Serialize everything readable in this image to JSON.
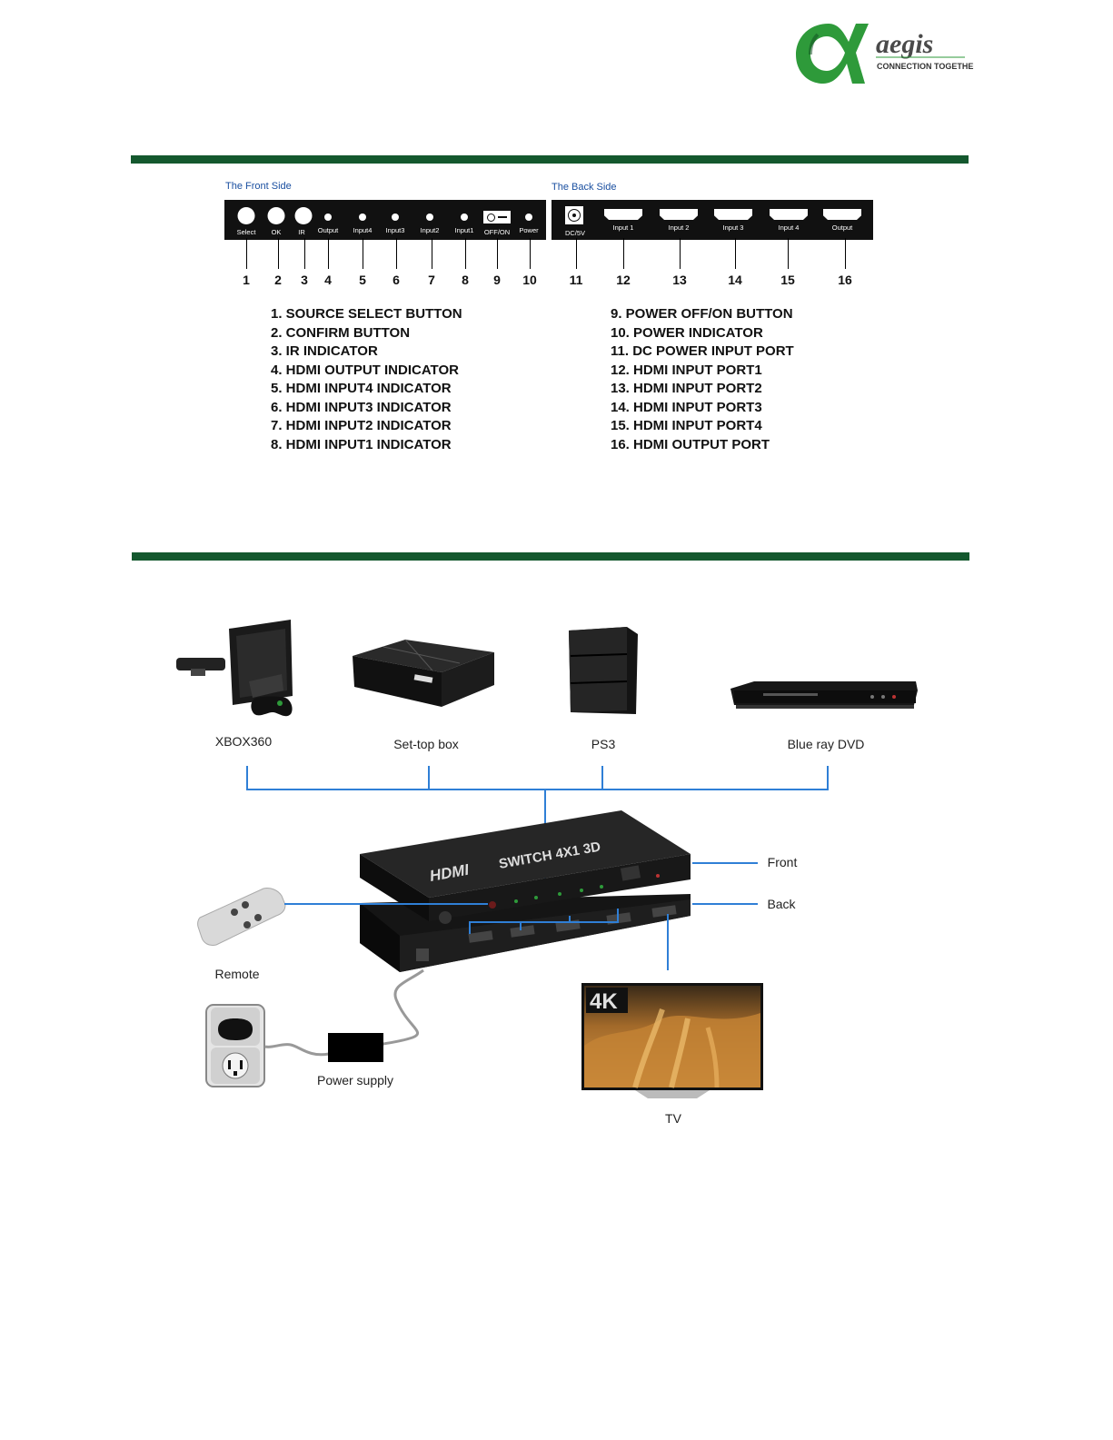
{
  "brand": {
    "name": "aegis",
    "tagline": "CONNECTION TOGETHER",
    "colors": {
      "green": "#14582e",
      "accent_green": "#2e9a3a",
      "blue": "#2f7fd6"
    }
  },
  "panels": {
    "front": {
      "title": "The Front Side",
      "labels": [
        "Select",
        "OK",
        "IR",
        "Output",
        "Input4",
        "Input3",
        "Input2",
        "Input1",
        "OFF/ON",
        "Power"
      ]
    },
    "back": {
      "title": "The Back Side",
      "labels": [
        "DC/5V",
        "Input 1",
        "Input 2",
        "Input 3",
        "Input 4",
        "Output"
      ]
    }
  },
  "callouts": [
    "1",
    "2",
    "3",
    "4",
    "5",
    "6",
    "7",
    "8",
    "9",
    "10",
    "11",
    "12",
    "13",
    "14",
    "15",
    "16"
  ],
  "legend": {
    "left": [
      "1. SOURCE SELECT BUTTON",
      "2. CONFIRM BUTTON",
      "3. IR INDICATOR",
      "4. HDMI OUTPUT INDICATOR",
      "5. HDMI INPUT4 INDICATOR",
      "6. HDMI INPUT3 INDICATOR",
      "7. HDMI INPUT2 INDICATOR",
      "8. HDMI INPUT1 INDICATOR"
    ],
    "right": [
      "9. POWER OFF/ON BUTTON",
      "10. POWER INDICATOR",
      "11. DC POWER INPUT PORT",
      "12. HDMI INPUT PORT1",
      "13. HDMI INPUT PORT2",
      "14. HDMI INPUT PORT3",
      "15. HDMI INPUT PORT4",
      "16. HDMI OUTPUT PORT"
    ]
  },
  "connection": {
    "sources": [
      "XBOX360",
      "Set-top box",
      "PS3",
      "Blue ray DVD"
    ],
    "front_label": "Front",
    "back_label": "Back",
    "remote_label": "Remote",
    "power_label": "Power supply",
    "tv_label": "TV",
    "tv_badge": "4K",
    "switch_brand": "HDMI",
    "switch_title": "SWITCH 4X1 3D"
  }
}
